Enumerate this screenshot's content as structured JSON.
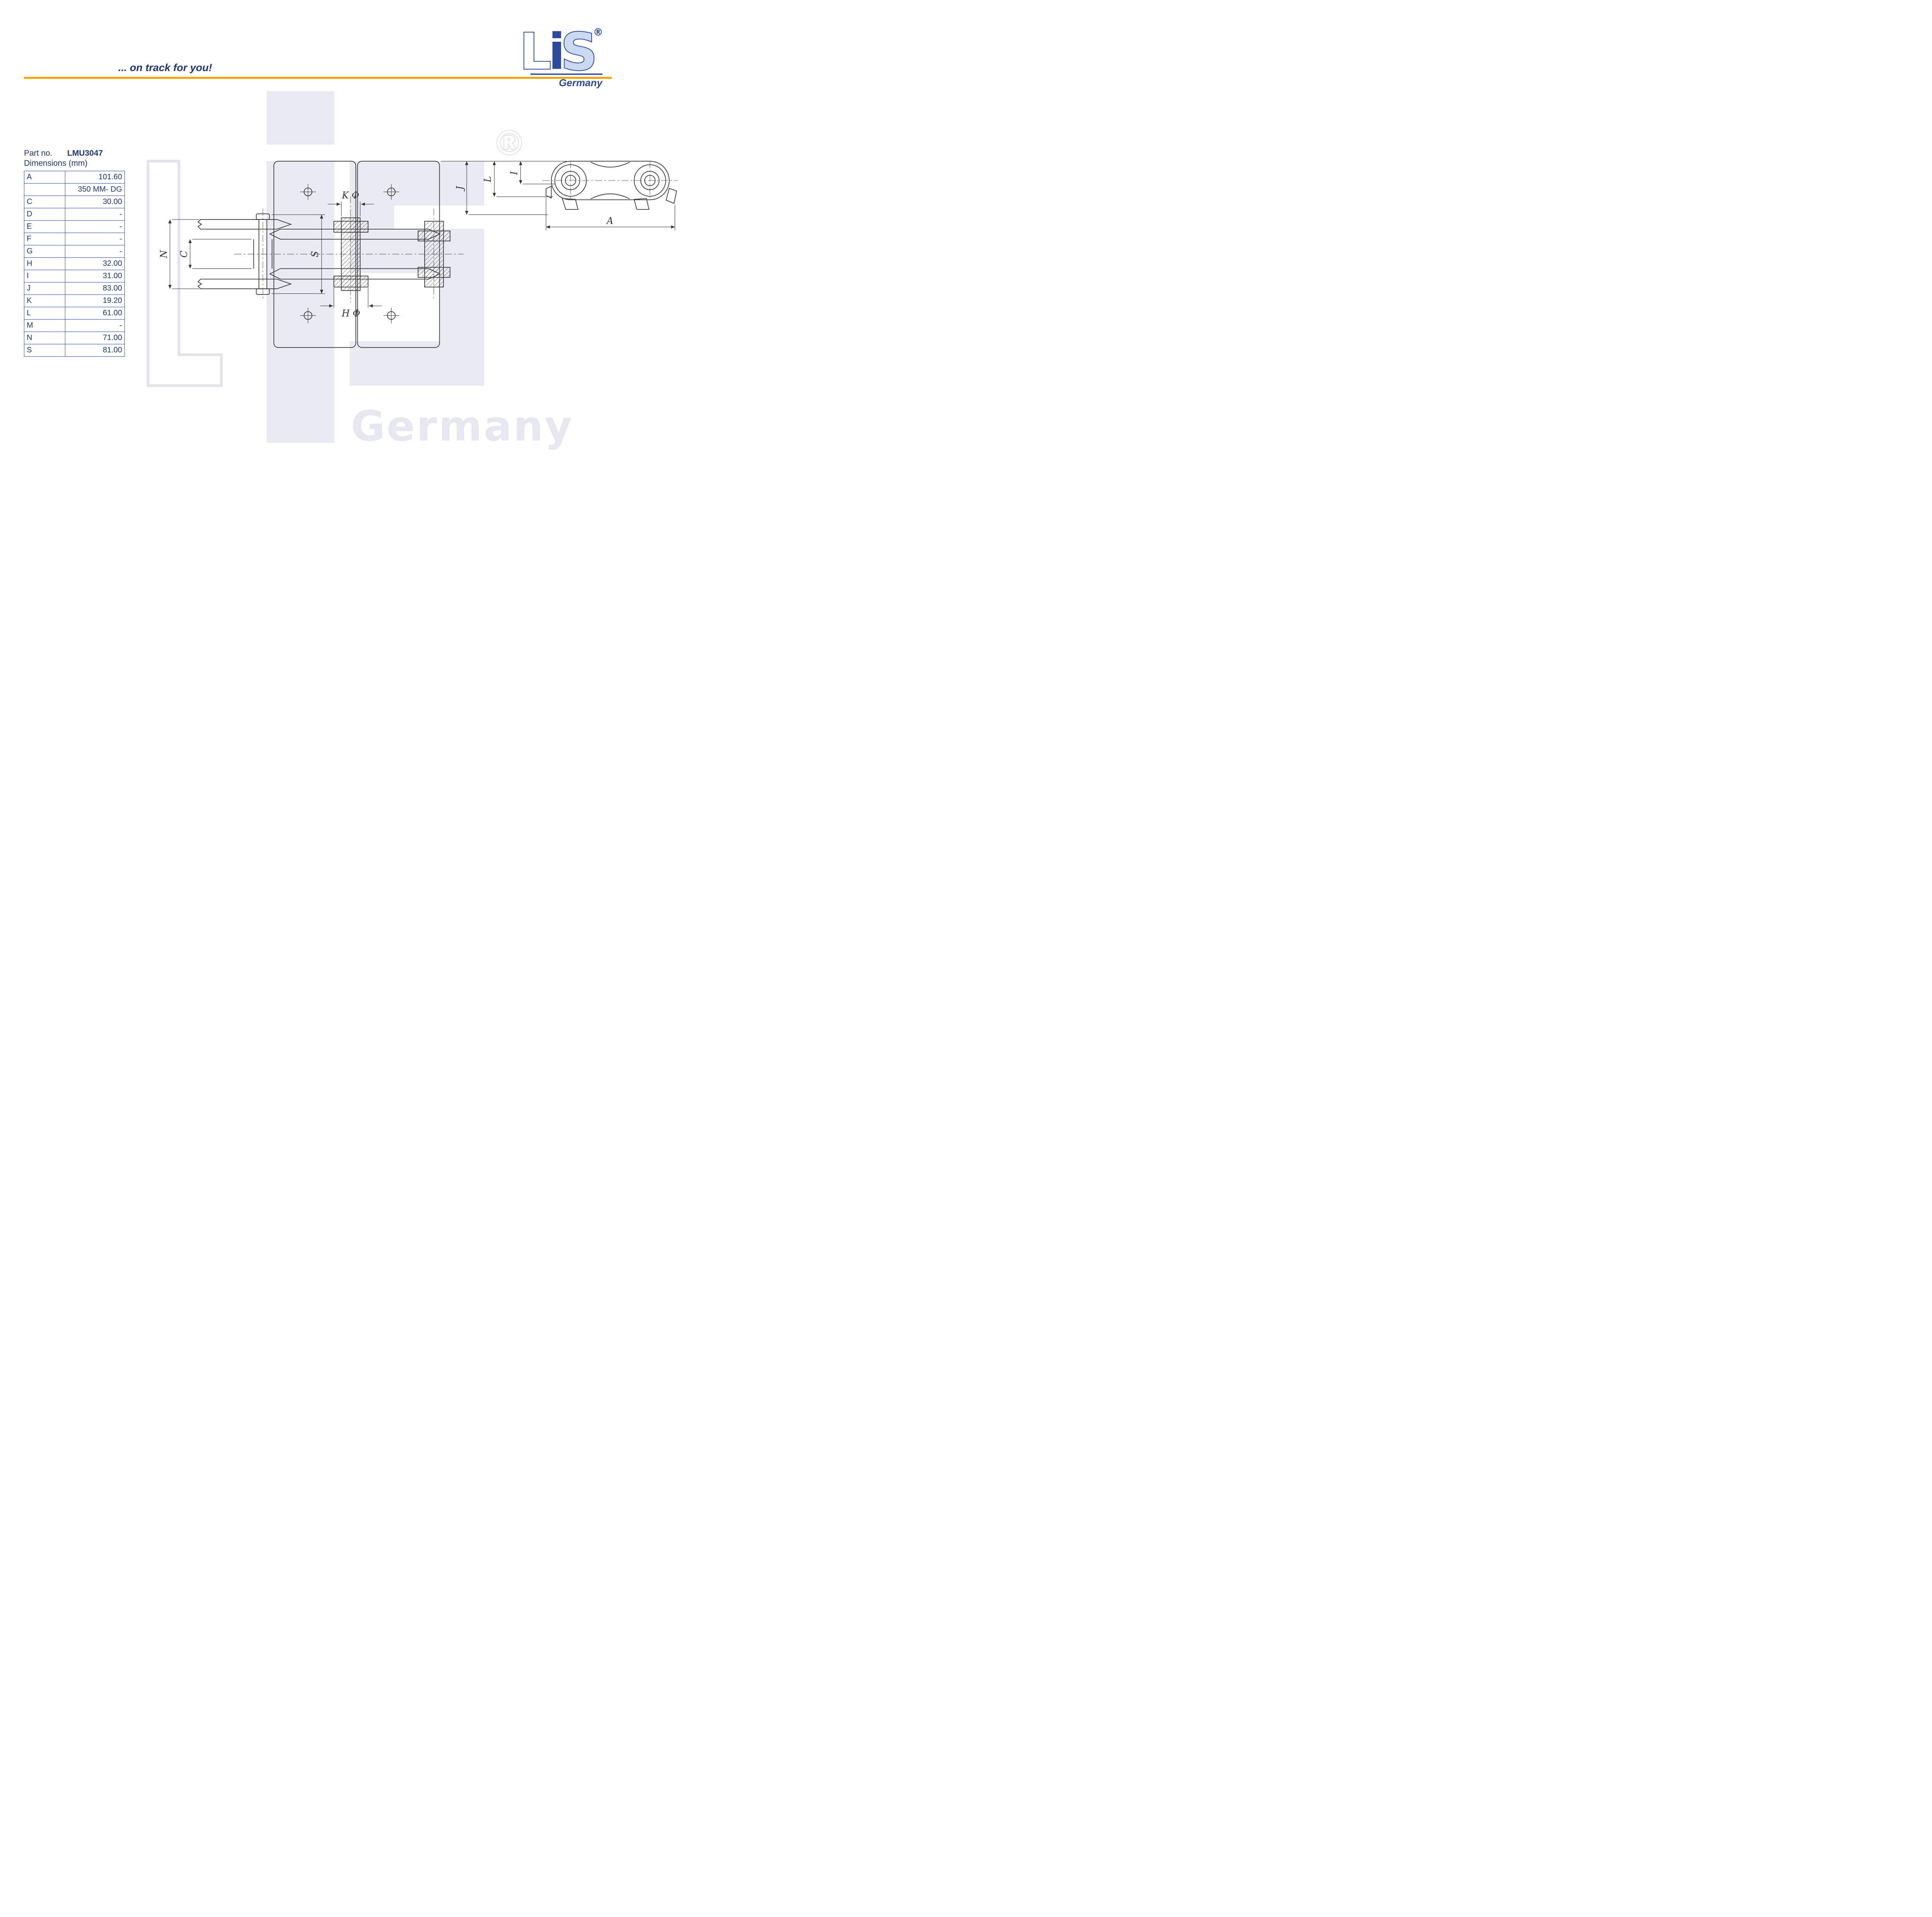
{
  "header": {
    "tagline": "... on track for you!"
  },
  "logo": {
    "l": "L",
    "i": "i",
    "s": "S",
    "registered": "®",
    "country": "Germany"
  },
  "watermark": {
    "letters": "LiS",
    "germany": "Germany",
    "registered": "®"
  },
  "part": {
    "label": "Part no.",
    "number": "LMU3047",
    "dims_label": "Dimensions (mm)"
  },
  "table": {
    "rows": [
      {
        "key": "A",
        "value": "101.60"
      },
      {
        "key": "",
        "value": "350 MM- DG"
      },
      {
        "key": "C",
        "value": "30.00"
      },
      {
        "key": "D",
        "value": "-"
      },
      {
        "key": "E",
        "value": "-"
      },
      {
        "key": "F",
        "value": "-"
      },
      {
        "key": "G",
        "value": "-"
      },
      {
        "key": "H",
        "value": "32.00"
      },
      {
        "key": "I",
        "value": "31.00"
      },
      {
        "key": "J",
        "value": "83.00"
      },
      {
        "key": "K",
        "value": "19.20"
      },
      {
        "key": "L",
        "value": "61.00"
      },
      {
        "key": "M",
        "value": "-"
      },
      {
        "key": "N",
        "value": "71.00"
      },
      {
        "key": "S",
        "value": "81.00"
      }
    ]
  },
  "drawing": {
    "labels": {
      "k_phi": "K Φ",
      "h_phi": "H Φ",
      "n": "N",
      "c": "C",
      "s": "S",
      "j": "J",
      "l": "L",
      "i": "I",
      "a": "A"
    }
  },
  "colors": {
    "navy": "#1e3876",
    "logo_blue": "#2b4aa0",
    "logo_fill": "#ccd9f2",
    "orange": "#f7a300",
    "watermark": "#eaeaf3",
    "line": "#3a3a3a"
  }
}
